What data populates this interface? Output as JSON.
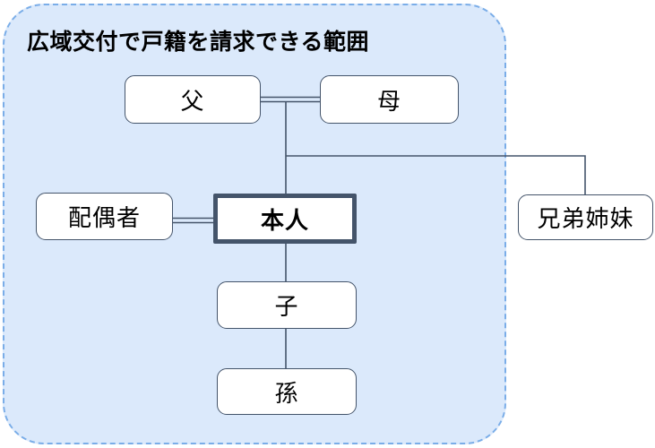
{
  "title": "広域交付で戸籍を請求できる範囲",
  "nodes": {
    "father": {
      "label": "父"
    },
    "mother": {
      "label": "母"
    },
    "spouse": {
      "label": "配偶者"
    },
    "self": {
      "label": "本人"
    },
    "siblings": {
      "label": "兄弟姉妹"
    },
    "child": {
      "label": "子"
    },
    "grandchild": {
      "label": "孫"
    }
  },
  "colors": {
    "container_fill": "#dbe9fb",
    "container_border": "#7aade8",
    "node_border": "#44546a",
    "connector": "#44546a",
    "text_color": "#000000",
    "page_bg": "#ffffff"
  }
}
